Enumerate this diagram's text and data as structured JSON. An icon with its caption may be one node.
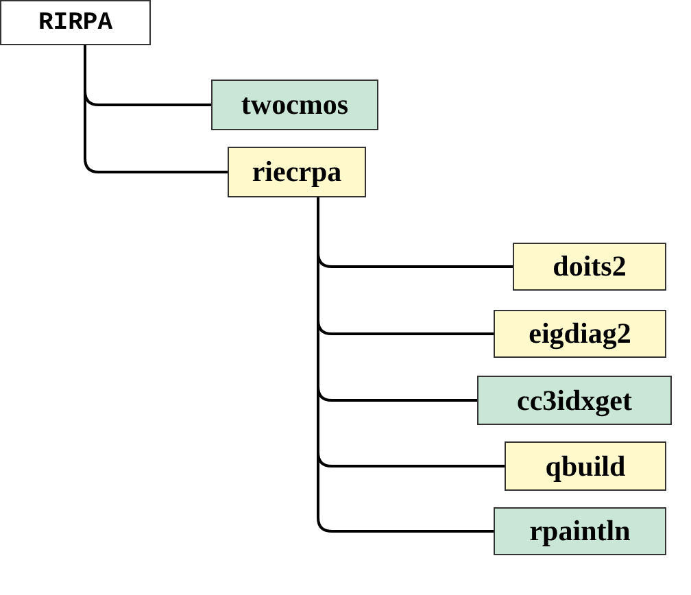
{
  "diagram": {
    "nodes": [
      {
        "text": [
          "RIRPA"
        ]
      },
      {
        "text": [
          "twocmos"
        ]
      },
      {
        "text": [
          "riecrpa"
        ]
      },
      {
        "text": [
          "doits2"
        ]
      },
      {
        "text": [
          "eigdiag2"
        ]
      },
      {
        "text": [
          "cc3idxget"
        ]
      },
      {
        "text": [
          "qbuild"
        ]
      },
      {
        "text": [
          "rpaintln"
        ]
      }
    ],
    "edges": [
      {
        "from": 0,
        "to": 1,
        "arrow": "none"
      },
      {
        "from": 0,
        "to": 2,
        "arrow": "none"
      },
      {
        "from": 2,
        "to": 3,
        "arrow": "none"
      },
      {
        "from": 2,
        "to": 4,
        "arrow": "none"
      },
      {
        "from": 2,
        "to": 5,
        "arrow": "none"
      },
      {
        "from": 2,
        "to": 6,
        "arrow": "none"
      },
      {
        "from": 2,
        "to": 7,
        "arrow": "none"
      }
    ]
  }
}
